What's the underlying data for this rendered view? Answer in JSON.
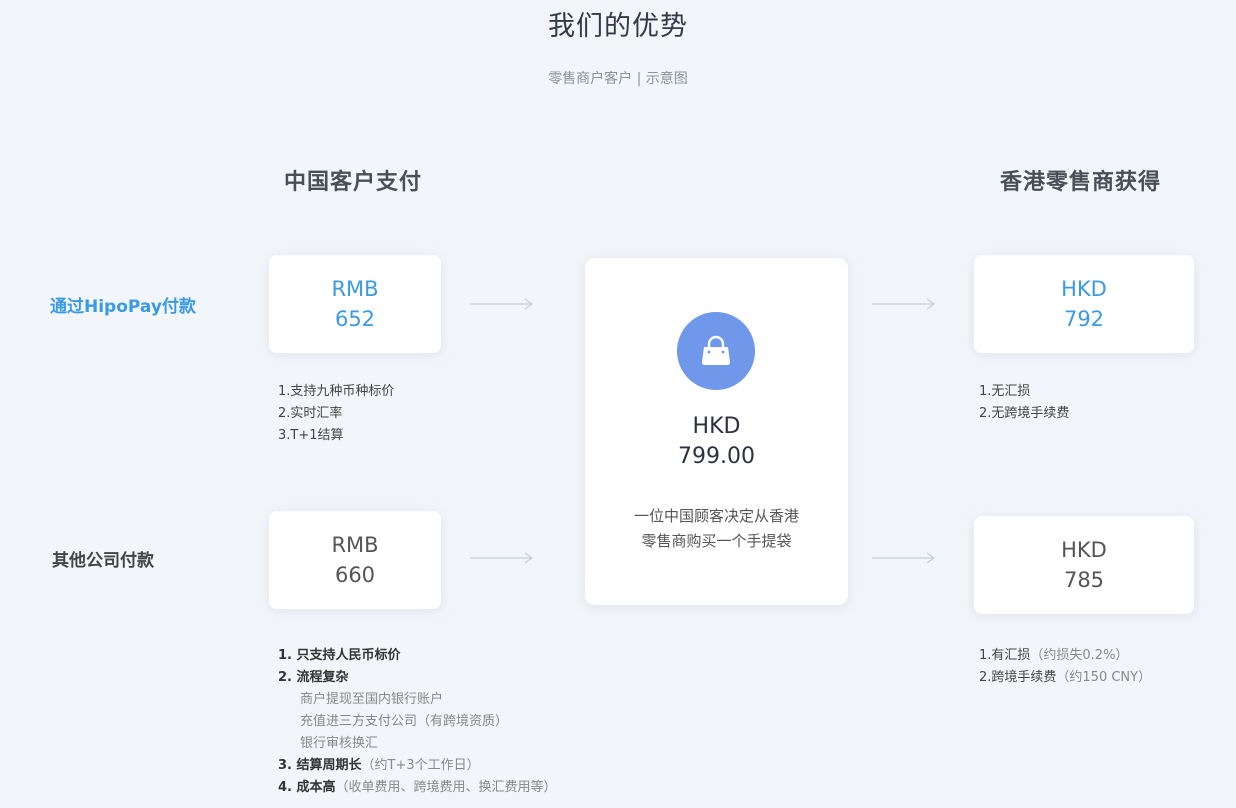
{
  "header": {
    "title": "我们的优势",
    "subtitle": "零售商户客户 | 示意图"
  },
  "columns": {
    "left": "中国客户支付",
    "right": "香港零售商获得"
  },
  "rows": {
    "hipopay": {
      "label": "通过HipoPay付款",
      "pay_currency": "RMB",
      "pay_amount": "652",
      "receive_currency": "HKD",
      "receive_amount": "792",
      "pay_notes": [
        "1.支持九种币种标价",
        "2.实时汇率",
        "3.T+1结算"
      ],
      "receive_notes": [
        "1.无汇损",
        "2.无跨境手续费"
      ]
    },
    "other": {
      "label": "其他公司付款",
      "pay_currency": "RMB",
      "pay_amount": "660",
      "receive_currency": "HKD",
      "receive_amount": "785",
      "pay_notes": {
        "n1": "1.  只支持人民币标价",
        "n2": "2.  流程复杂",
        "n2_sub": [
          "商户提现至国内银行账户",
          "充值进三方支付公司（有跨境资质）",
          "银行审核换汇"
        ],
        "n3": "3.  结算周期长",
        "n3_detail": "（约T+3个工作日）",
        "n4": "4.  成本高",
        "n4_detail": "（收单费用、跨境费用、换汇费用等）"
      },
      "receive_notes": {
        "n1": "1.有汇损",
        "n1_detail": "（约损失0.2%）",
        "n2": "2.跨境手续费",
        "n2_detail": "（约150 CNY）"
      }
    }
  },
  "center": {
    "icon": "handbag-icon",
    "currency": "HKD",
    "amount": "799.00",
    "desc_line1": "一位中国顾客决定从香港",
    "desc_line2": "零售商购买一个手提袋"
  },
  "colors": {
    "accent": "#3a9ae8",
    "icon_bg": "#6f97ea",
    "background": "#f2f5f9"
  }
}
